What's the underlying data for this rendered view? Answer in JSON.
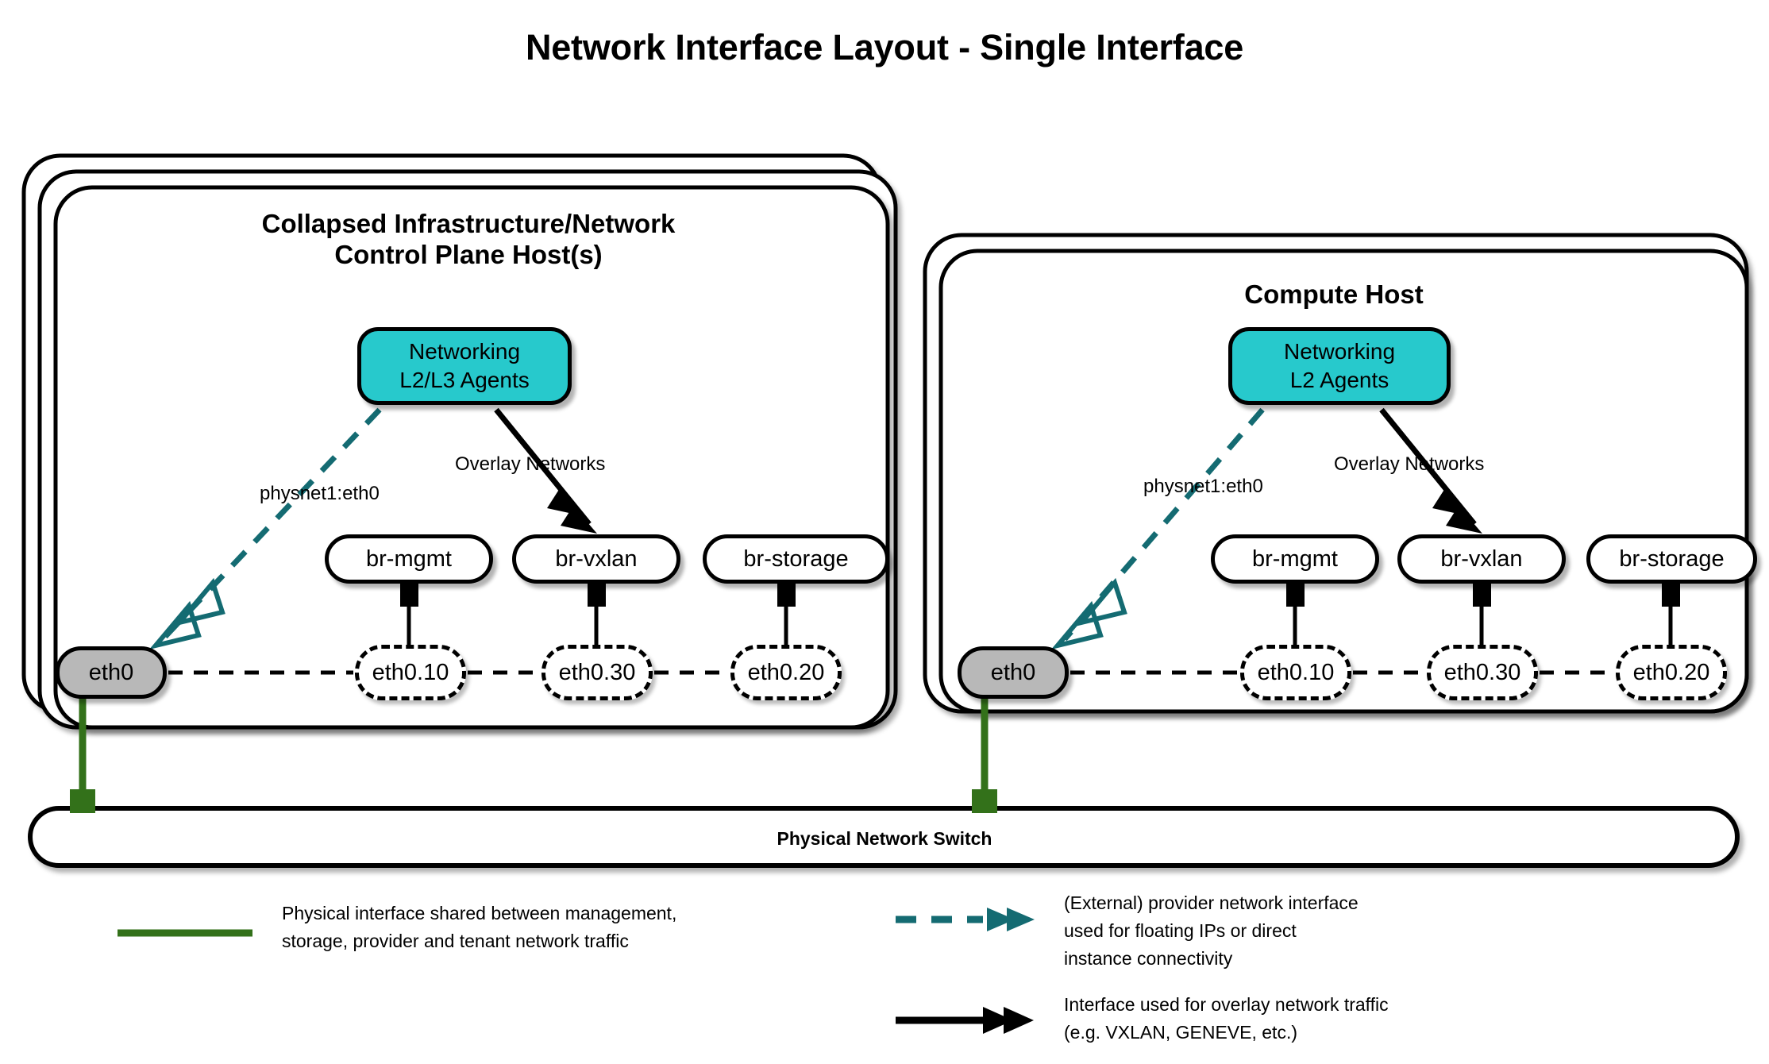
{
  "title": "Network Interface Layout - Single Interface",
  "colors": {
    "agent_fill": "#27c9cc",
    "nic_fill": "#b8b8b8",
    "physical_link": "#33711a",
    "provider_link": "#146b72",
    "overlay_link": "#000000",
    "outline": "#000000",
    "background": "#ffffff"
  },
  "hosts": [
    {
      "id": "control-plane",
      "title": "Collapsed Infrastructure/Network\nControl Plane Host(s)",
      "stack_count": 3,
      "agent": {
        "line1": "Networking",
        "line2": "L2/L3 Agents"
      },
      "physnet_label": "physnet1:eth0",
      "overlay_label": "Overlay Networks",
      "nic": "eth0",
      "bridges": [
        "br-mgmt",
        "br-vxlan",
        "br-storage"
      ],
      "vlans": [
        "eth0.10",
        "eth0.30",
        "eth0.20"
      ]
    },
    {
      "id": "compute",
      "title": "Compute Host",
      "stack_count": 2,
      "agent": {
        "line1": "Networking",
        "line2": "L2 Agents"
      },
      "physnet_label": "physnet1:eth0",
      "overlay_label": "Overlay Networks",
      "nic": "eth0",
      "bridges": [
        "br-mgmt",
        "br-vxlan",
        "br-storage"
      ],
      "vlans": [
        "eth0.10",
        "eth0.30",
        "eth0.20"
      ]
    }
  ],
  "switch": {
    "label": "Physical Network Switch"
  },
  "legend": [
    {
      "style": "solid-green-line",
      "text": "Physical interface shared between management,\nstorage, provider and tenant network traffic"
    },
    {
      "style": "teal-dashed-double-arrow",
      "text": "(External) provider network interface\nused for floating IPs or direct\ninstance connectivity"
    },
    {
      "style": "black-solid-double-arrow",
      "text": "Interface used for overlay network traffic\n(e.g. VXLAN, GENEVE, etc.)"
    }
  ]
}
